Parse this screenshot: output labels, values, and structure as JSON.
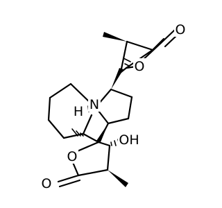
{
  "molecule": {
    "atom_labels": {
      "ring_nitrogen": "N",
      "lactone_oxygen_top": "O",
      "carbonyl_oxygen_top": "O",
      "lactone_oxygen_bottom": "O",
      "carbonyl_oxygen_bottom": "O",
      "hydroxyl": "OH",
      "stereo_hydrogen": "H"
    }
  }
}
